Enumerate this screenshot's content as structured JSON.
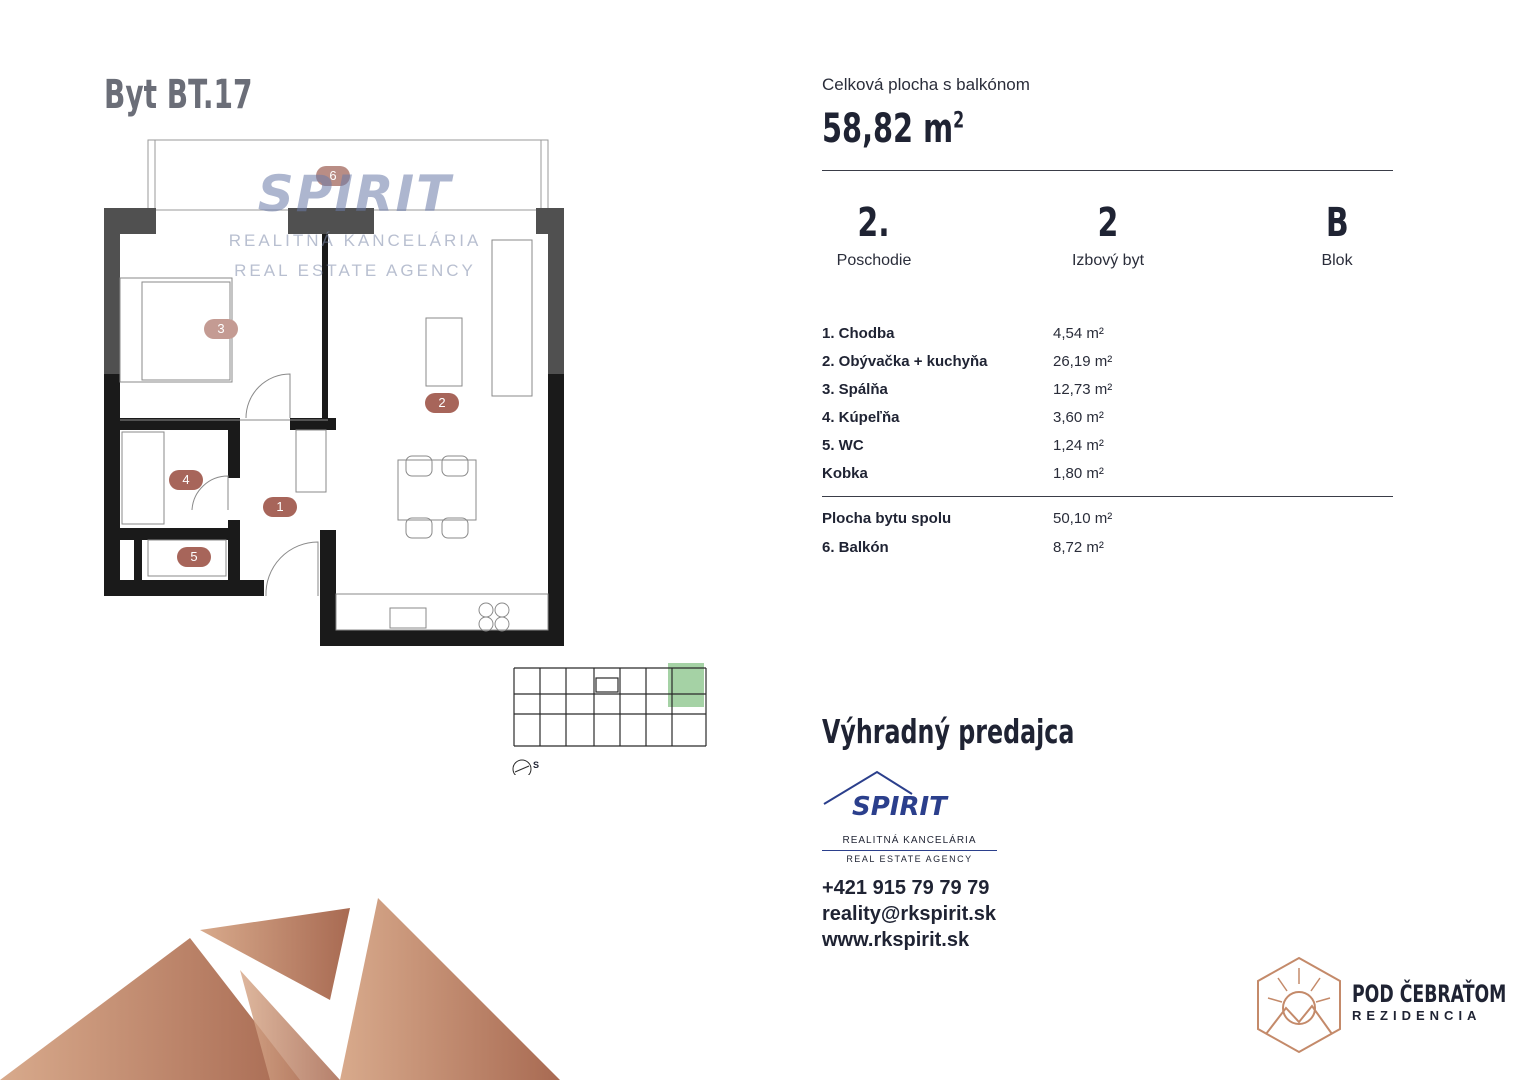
{
  "unit": {
    "title": "Byt BT.17"
  },
  "summary": {
    "area_label": "Celková plocha s balkónom",
    "area_value": "58,82 m",
    "area_unit_sup": "2"
  },
  "facts": [
    {
      "value": "2.",
      "label": "Poschodie"
    },
    {
      "value": "2",
      "label": "Izbový  byt"
    },
    {
      "value": "B",
      "label": "Blok"
    }
  ],
  "rooms": [
    {
      "name": "1. Chodba",
      "area": "4,54 m²"
    },
    {
      "name": "2. Obývačka + kuchyňa",
      "area": "26,19 m²"
    },
    {
      "name": "3. Spálňa",
      "area": "12,73 m²"
    },
    {
      "name": "4. Kúpeľňa",
      "area": "3,60 m²"
    },
    {
      "name": "5. WC",
      "area": "1,24 m²"
    },
    {
      "name": "Kobka",
      "area": "1,80 m²"
    }
  ],
  "totals": [
    {
      "name": "Plocha bytu spolu",
      "area": "50,10 m²"
    },
    {
      "name": "6. Balkón",
      "area": "8,72 m²"
    }
  ],
  "floorplan": {
    "room_numbers": [
      "1",
      "2",
      "3",
      "4",
      "5",
      "6"
    ],
    "compass": "S",
    "highlight_color": "#7fbf7f"
  },
  "watermark": {
    "brand": "SPIRIT",
    "line1": "REALITNÁ KANCELÁRIA",
    "line2": "REAL ESTATE AGENCY"
  },
  "seller": {
    "title": "Výhradný predajca",
    "logo_brand": "SPIRIT",
    "logo_line1": "REALITNÁ KANCELÁRIA",
    "logo_line2": "REAL ESTATE AGENCY",
    "phone": "+421 915 79 79 79",
    "email": "reality@rkspirit.sk",
    "web": "www.rkspirit.sk"
  },
  "brand": {
    "name": "POD ČEBRAŤOM",
    "sub": "REZIDENCIA"
  },
  "colors": {
    "accent": "#a7655a",
    "dark": "#1f2333",
    "copper": "#c48a6a",
    "logo_blue": "#2b3f8c"
  }
}
